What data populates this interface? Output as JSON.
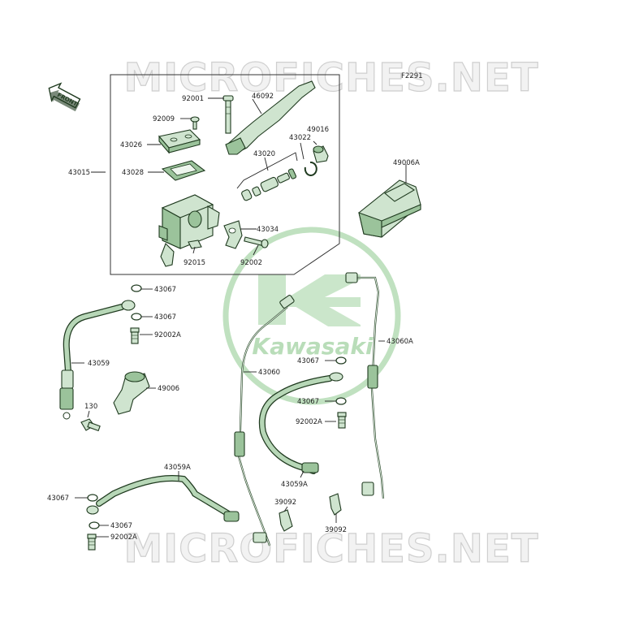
{
  "watermark": {
    "top_text": "MICROFICHES.NET",
    "bottom_text": "MICROFICHES.NET",
    "brand_text": "Kawasaki"
  },
  "figure_code": "F2291",
  "front_label": "FRONT",
  "colors": {
    "part_fill": "#cfe4cf",
    "part_dark": "#9bc39b",
    "outline": "#1f3a1f",
    "watermark_grey": "#d6d6d6",
    "watermark_green": "#74b874"
  },
  "labels": [
    {
      "id": "l-92001",
      "text": "92001"
    },
    {
      "id": "l-46092",
      "text": "46092"
    },
    {
      "id": "l-92009",
      "text": "92009"
    },
    {
      "id": "l-43026",
      "text": "43026"
    },
    {
      "id": "l-49016",
      "text": "49016"
    },
    {
      "id": "l-43022",
      "text": "43022"
    },
    {
      "id": "l-43020",
      "text": "43020"
    },
    {
      "id": "l-43015",
      "text": "43015"
    },
    {
      "id": "l-43028",
      "text": "43028"
    },
    {
      "id": "l-49006A",
      "text": "49006A"
    },
    {
      "id": "l-43034",
      "text": "43034"
    },
    {
      "id": "l-92015",
      "text": "92015"
    },
    {
      "id": "l-92002-top",
      "text": "92002"
    },
    {
      "id": "l-43067-a",
      "text": "43067"
    },
    {
      "id": "l-43067-b",
      "text": "43067"
    },
    {
      "id": "l-92002A-a",
      "text": "92002A"
    },
    {
      "id": "l-43059",
      "text": "43059"
    },
    {
      "id": "l-49006",
      "text": "49006"
    },
    {
      "id": "l-130",
      "text": "130"
    },
    {
      "id": "l-43060",
      "text": "43060"
    },
    {
      "id": "l-43060A",
      "text": "43060A"
    },
    {
      "id": "l-43067-c",
      "text": "43067"
    },
    {
      "id": "l-43067-d",
      "text": "43067"
    },
    {
      "id": "l-92002A-b",
      "text": "92002A"
    },
    {
      "id": "l-43059A-a",
      "text": "43059A"
    },
    {
      "id": "l-43059A-b",
      "text": "43059A"
    },
    {
      "id": "l-43067-e",
      "text": "43067"
    },
    {
      "id": "l-43067-f",
      "text": "43067"
    },
    {
      "id": "l-92002A-c",
      "text": "92002A"
    },
    {
      "id": "l-39092-a",
      "text": "39092"
    },
    {
      "id": "l-39092-b",
      "text": "39092"
    }
  ]
}
